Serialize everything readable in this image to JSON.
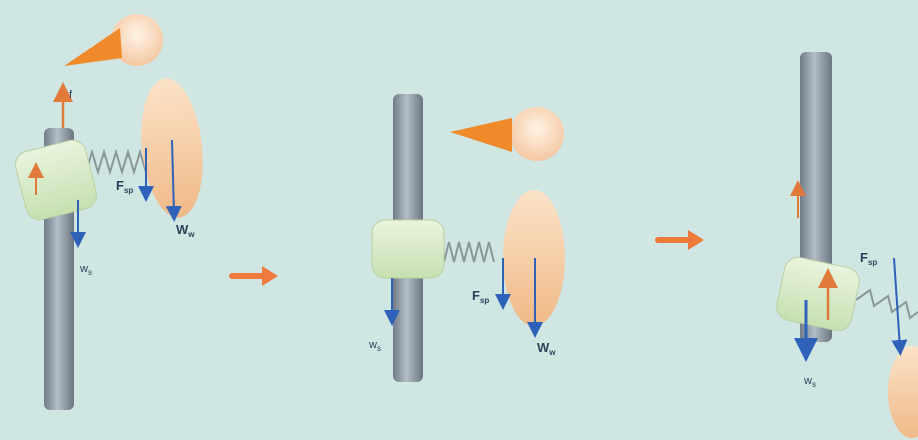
{
  "labels": {
    "f": "f",
    "F_sp": "F",
    "F_sp_sub": "sp",
    "W_w": "W",
    "W_w_sub": "w",
    "w_s": "w",
    "w_s_sub": "s"
  },
  "colors": {
    "background": "#cfe6e3",
    "pole": "#8d9aa6",
    "sleeve": "#d9ecc8",
    "beak": "#f08a2a",
    "body": "#f6d2b0",
    "spring": "#9aa7a9",
    "arrow_force": "#2e62b8",
    "arrow_friction": "#e07a3a",
    "arrow_sequence": "#ee7a3c"
  },
  "icons": [
    "woodpecker-toy",
    "sequence-arrow",
    "force-arrow"
  ]
}
